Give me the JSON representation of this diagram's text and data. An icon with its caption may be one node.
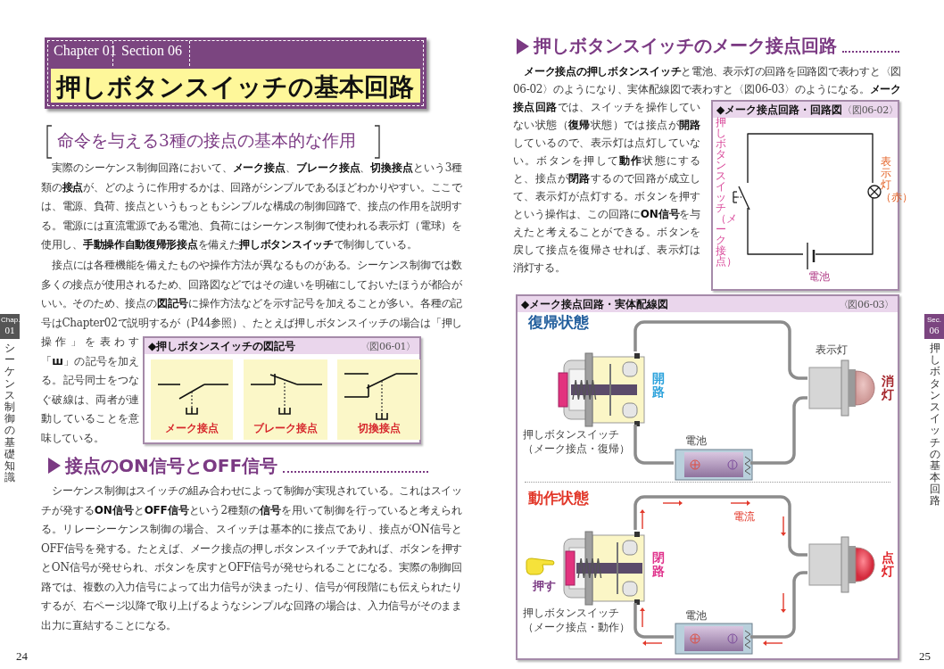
{
  "diagram": {
    "title": "押しボタンスイッチの基本回路",
    "nodes": [
      {
        "text": [
          "◆押しボタンスイッチの図記号",
          "〈図06-01〉"
        ]
      },
      {
        "text": [
          "メーク接点"
        ],
        "in": 0
      },
      {
        "text": [
          "ブレーク接点"
        ],
        "in": 0
      },
      {
        "text": [
          "切換接点"
        ],
        "in": 0
      },
      {
        "text": [
          "◆メーク接点回路・回路図",
          "〈図06-02〉"
        ]
      },
      {
        "text": [],
        "shape": "switch",
        "in": 4,
        "beside": [
          "押しボタンスイッチ（メーク接点）"
        ]
      },
      {
        "text": [],
        "shape": "lamp",
        "in": 4,
        "beside": [
          "表示灯（赤）"
        ]
      },
      {
        "text": [],
        "shape": "battery",
        "in": 4,
        "beside": [
          "電池"
        ]
      },
      {
        "text": [
          "◆メーク接点回路・実体配線図",
          "〈図06-03〉"
        ]
      },
      {
        "text": [],
        "shape": "picture",
        "in": 8,
        "beside": [
          "押しボタンスイッチ（メーク接点・復帰）",
          "開路"
        ]
      },
      {
        "text": [],
        "shape": "picture",
        "in": 8,
        "beside": [
          "表示灯",
          "消灯"
        ]
      },
      {
        "text": [],
        "shape": "picture",
        "in": 8,
        "beside": [
          "電池"
        ]
      },
      {
        "text": [],
        "shape": "picture",
        "in": 8,
        "beside": [
          "押しボタンスイッチ（メーク接点・動作）",
          "閉路",
          "押す"
        ]
      },
      {
        "text": [],
        "shape": "picture",
        "in": 8,
        "beside": [
          "点灯"
        ]
      },
      {
        "text": [],
        "shape": "picture",
        "in": 8,
        "beside": [
          "電池"
        ]
      }
    ],
    "edges": [
      {
        "from": 5,
        "to": 6,
        "arrow": "none",
        "color": "#222222"
      },
      {
        "from": 6,
        "to": 7,
        "arrow": "none",
        "color": "#222222"
      },
      {
        "from": 7,
        "to": 5,
        "arrow": "none",
        "color": "#222222"
      },
      {
        "from": 9,
        "to": 10,
        "arrow": "none"
      },
      {
        "from": 10,
        "to": 11,
        "arrow": "none"
      },
      {
        "from": 11,
        "to": 9,
        "arrow": "none"
      },
      {
        "from": 12,
        "to": 13,
        "arrow": "none"
      },
      {
        "from": 13,
        "to": 14,
        "arrow": "none"
      },
      {
        "from": 14,
        "to": 12,
        "arrow": "none"
      }
    ],
    "labels": [
      "Chapter 01",
      "Section 06",
      "命令を与える3種の接点の基本的な作用",
      "実際のシーケンス制御回路において、**メーク接点**、**ブレーク接点**、**切換接点**という3種類の**接点**が、どのように作用するかは、回路がシンプルであるほどわかりやすい。ここでは、電源、負荷、接点というもっともシンプルな構成の制御回路で、接点の作用を説明する。電源には直流電源である電池、負荷にはシーケンス制御で使われる表示灯（電球）を使用し、**手動操作自動復帰形接点**を備えた**押しボタンスイッチ**で制御している。",
      "接点には各種機能を備えたものや操作方法が異なるものがある。シーケンス制御では数多くの接点が使用されるため、回路図などではその違いを明確にしておいたほうが都合がいい。そのため、接点の**図記号**に操作方法などを示す記号を加えることが多い。各種の記号はChapter02で説明するが（P44参照）、たとえば押しボタンスイッチの場合は「押し操作」を表わす「**ш**」の記号を加える。記号同士をつなぐ破線は、両者が連動していることを意味している。",
      "接点のON信号とOFF信号",
      "シーケンス制御はスイッチの組み合わせによって制御が実現されている。これはスイッチが発する**ON信号**と**OFF信号**という2種類の**信号**を用いて制御を行っていると考えられる。リレーシーケンス制御の場合、スイッチは基本的に接点であり、接点がON信号とOFF信号を発する。たとえば、メーク接点の押しボタンスイッチであれば、ボタンを押すとON信号が発せられ、ボタンを戻すとOFF信号が発せられることになる。実際の制御回路では、複数の入力信号によって出力信号が決まったり、信号が何段階にも伝えられたりするが、右ページ以降で取り上げるようなシンプルな回路の場合は、入力信号がそのまま出力に直結することになる。",
      "24",
      "Chap.",
      "01",
      "シーケンス制御の基礎知識",
      "押しボタンスイッチのメーク接点回路",
      "**メーク接点の押しボタンスイッチ**と電池、表示灯の回路を回路図で表わすと〈図06-02〉のようになり、実体配線図で表わすと〈図06-03〉のようになる。**メーク接点回路**では、スイッチを操作していない状態（**復帰**状態）では接点が**開路**しているので、表示灯は点灯していない。ボタンを押して**動作**状態にすると、接点が**閉路**するので回路が成立して、表示灯が点灯する。ボタンを押すという操作は、この回路に**ON信号**を与えたと考えることができる。ボタンを戻して接点を復帰させれば、表示灯は消灯する。",
      "復帰状態",
      "動作状態",
      "電流",
      "25",
      "Sec.",
      "06",
      "押しボタンスイッチの基本回路"
    ]
  }
}
